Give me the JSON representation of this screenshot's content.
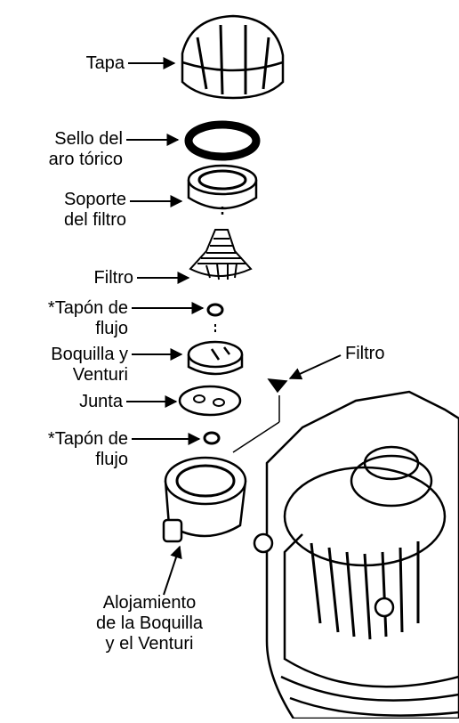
{
  "labels": {
    "tapa": "Tapa",
    "sello": [
      "Sello del",
      "aro tórico"
    ],
    "soporte": [
      "Soporte",
      "del filtro"
    ],
    "filtro": "Filtro",
    "tapon_1": [
      "*Tapón de",
      "flujo"
    ],
    "boquilla": [
      "Boquilla y",
      "Venturi"
    ],
    "junta": "Junta",
    "tapon_2": [
      "*Tapón de",
      "flujo"
    ],
    "filtro_2": "Filtro",
    "alojamiento": [
      "Alojamiento",
      "de la Boquilla",
      "y el Venturi"
    ]
  }
}
